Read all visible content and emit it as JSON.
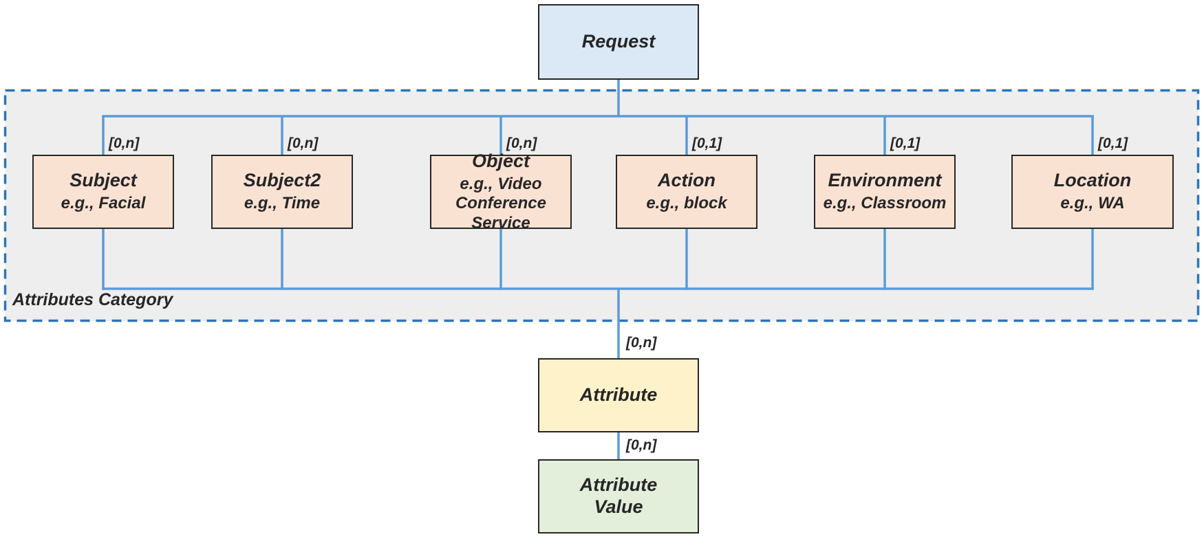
{
  "request_box": {
    "label": "Request"
  },
  "attributes_category": {
    "label": "Attributes Category",
    "items": [
      {
        "title": "Subject",
        "subtitle": "e.g., Facial",
        "cardinality": "[0,n]"
      },
      {
        "title": "Subject2",
        "subtitle": "e.g., Time",
        "cardinality": "[0,n]"
      },
      {
        "title": "Object",
        "subtitle": "e.g., Video Conference Service",
        "cardinality": "[0,n]"
      },
      {
        "title": "Action",
        "subtitle": "e.g., block",
        "cardinality": "[0,1]"
      },
      {
        "title": "Environment",
        "subtitle": "e.g., Classroom",
        "cardinality": "[0,1]"
      },
      {
        "title": "Location",
        "subtitle": "e.g., WA",
        "cardinality": "[0,1]"
      }
    ]
  },
  "attribute_box": {
    "label": "Attribute",
    "cardinality": "[0,n]"
  },
  "attribute_value_box": {
    "label": "Attribute Value",
    "cardinality": "[0,n]"
  },
  "colors": {
    "connector_blue": "#5b9bd5",
    "dashed_border_blue": "#2e75b6",
    "container_gray": "#eeeeee",
    "request_fill": "#dbe8f6",
    "category_fill": "#fae2d3",
    "attribute_fill": "#fef2cb",
    "attribute_value_fill": "#e3efda",
    "box_border": "#262626",
    "text_color": "#262626"
  }
}
